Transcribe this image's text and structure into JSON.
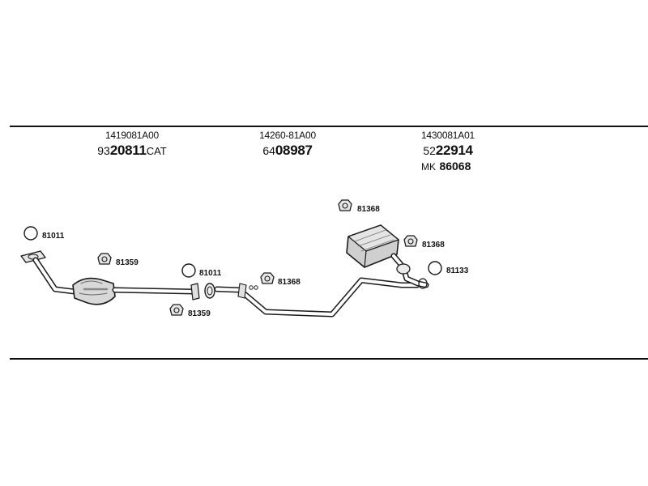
{
  "parts": [
    {
      "oe": "1419081A00",
      "prefix": "93",
      "main": "20811",
      "suffix": "CAT"
    },
    {
      "oe": "14260-81A00",
      "prefix": "64",
      "main": "08987",
      "suffix": ""
    },
    {
      "oe": "1430081A01",
      "prefix": "52",
      "main": "22914",
      "suffix": "",
      "extra": {
        "prefix": "MK",
        "main": "86068"
      }
    }
  ],
  "callouts": {
    "c1": "81011",
    "c2": "81359",
    "c3": "81011",
    "c4": "81359",
    "c5": "81368",
    "c6": "81368",
    "c7": "81368",
    "c8": "81133"
  }
}
